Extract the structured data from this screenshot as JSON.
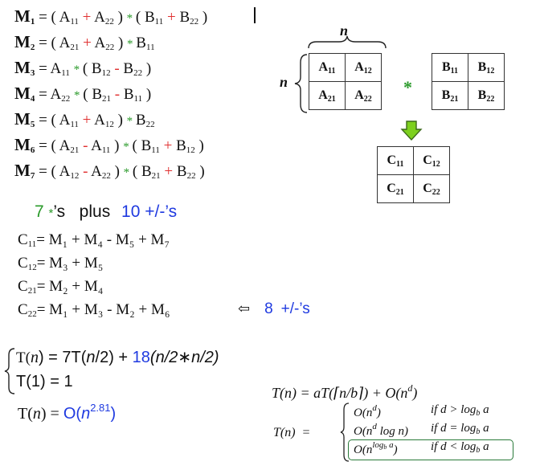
{
  "m_formulas": [
    {
      "label": "M",
      "idx": "1",
      "parts": [
        [
          "(",
          ""
        ],
        [
          "A",
          "11"
        ],
        [
          "+",
          "red"
        ],
        [
          "A",
          "22"
        ],
        [
          ")",
          ""
        ],
        [
          "*",
          "grn"
        ],
        [
          "(",
          ""
        ],
        [
          "B",
          "11"
        ],
        [
          "+",
          "red"
        ],
        [
          "B",
          "22"
        ],
        [
          ")",
          ""
        ]
      ]
    },
    {
      "label": "M",
      "idx": "2",
      "parts": [
        [
          "(",
          ""
        ],
        [
          "A",
          "21"
        ],
        [
          "+",
          "red"
        ],
        [
          "A",
          "22"
        ],
        [
          ")",
          ""
        ],
        [
          "*",
          "grn"
        ],
        [
          "B",
          "11"
        ]
      ]
    },
    {
      "label": "M",
      "idx": "3",
      "parts": [
        [
          "A",
          "11"
        ],
        [
          "*",
          "grn"
        ],
        [
          "(",
          ""
        ],
        [
          "B",
          "12"
        ],
        [
          "-",
          "red"
        ],
        [
          "B",
          "22"
        ],
        [
          ")",
          ""
        ]
      ]
    },
    {
      "label": "M",
      "idx": "4",
      "parts": [
        [
          "A",
          "22"
        ],
        [
          "*",
          "grn"
        ],
        [
          "(",
          ""
        ],
        [
          "B",
          "21"
        ],
        [
          "-",
          "red"
        ],
        [
          "B",
          "11"
        ],
        [
          ")",
          ""
        ]
      ]
    },
    {
      "label": "M",
      "idx": "5",
      "parts": [
        [
          "(",
          ""
        ],
        [
          "A",
          "11"
        ],
        [
          "+",
          "red"
        ],
        [
          "A",
          "12"
        ],
        [
          ")",
          ""
        ],
        [
          "*",
          "grn"
        ],
        [
          "B",
          "22"
        ]
      ]
    },
    {
      "label": "M",
      "idx": "6",
      "parts": [
        [
          "(",
          ""
        ],
        [
          "A",
          "21"
        ],
        [
          "-",
          "red"
        ],
        [
          "A",
          "11"
        ],
        [
          ")",
          ""
        ],
        [
          "*",
          "grn"
        ],
        [
          "(",
          ""
        ],
        [
          "B",
          "11"
        ],
        [
          "+",
          "red"
        ],
        [
          "B",
          "12"
        ],
        [
          ")",
          ""
        ]
      ]
    },
    {
      "label": "M",
      "idx": "7",
      "parts": [
        [
          "(",
          ""
        ],
        [
          "A",
          "12"
        ],
        [
          "-",
          "red"
        ],
        [
          "A",
          "22"
        ],
        [
          ")",
          ""
        ],
        [
          "*",
          "grn"
        ],
        [
          "(",
          ""
        ],
        [
          "B",
          "21"
        ],
        [
          "+",
          "red"
        ],
        [
          "B",
          "22"
        ],
        [
          ")",
          ""
        ]
      ]
    }
  ],
  "summary": {
    "count_mult": "7",
    "star": "*",
    "mult_text": "’s   plus",
    "count_add": "10",
    "add_text": "+/-’s"
  },
  "c_formulas": [
    {
      "idx": "11",
      "rhs": "= M₁ + M₄ - M₅ + M₇"
    },
    {
      "idx": "12",
      "rhs": "= M₃ + M₅"
    },
    {
      "idx": "21",
      "rhs": "= M₂ + M₄"
    },
    {
      "idx": "22",
      "rhs": "= M₁ + M₃ - M₂ + M₆"
    }
  ],
  "c22_note": {
    "arrow": "⇦",
    "count": "8",
    "text": "+/-’s"
  },
  "diagram": {
    "dim_label": "n",
    "matrix_a": [
      [
        "A",
        "11"
      ],
      [
        "A",
        "12"
      ],
      [
        "A",
        "21"
      ],
      [
        "A",
        "22"
      ]
    ],
    "matrix_b": [
      [
        "B",
        "11"
      ],
      [
        "B",
        "12"
      ],
      [
        "B",
        "21"
      ],
      [
        "B",
        "22"
      ]
    ],
    "matrix_c": [
      [
        "C",
        "11"
      ],
      [
        "C",
        "12"
      ],
      [
        "C",
        "21"
      ],
      [
        "C",
        "22"
      ]
    ],
    "op": "*",
    "colors": {
      "green": "#2a9a2a",
      "arrow_border": "#3c6a1a",
      "red": "#e03030",
      "blue": "#1f3ae0"
    }
  },
  "recurrence": {
    "line1_a": "T(",
    "line1_n": "n",
    "line1_b": ") = 7T(",
    "line1_c": "n",
    "line1_d": "/2) + ",
    "line1_e": "18",
    "line1_f": "(n/2∗n/2)",
    "line2": "T(1) = 1",
    "line3_a": "T(",
    "line3_n": "n",
    "line3_b": ") = ",
    "line3_c": "O(",
    "line3_d": "n",
    "line3_exp": "2.81",
    "line3_e": ")"
  },
  "master": {
    "general": "T(n) = aT(⌈n/b⌉) + O(n",
    "general_exp": "d",
    "general_end": ")",
    "lhs": "T(n)  =",
    "cases": [
      {
        "expr": "O(n",
        "exp": "d",
        "tail": ")",
        "cond": "if d > log",
        "cond_sub": "b",
        "cond_end": " a"
      },
      {
        "expr": "O(n",
        "exp": "d",
        "tail": " log n)",
        "cond": "if d = log",
        "cond_sub": "b",
        "cond_end": " a"
      },
      {
        "expr": "O(n",
        "exp": "log",
        "exp_sub": "b",
        "exp_end": " a",
        "tail": ")",
        "cond": "if d < log",
        "cond_sub": "b",
        "cond_end": " a"
      }
    ]
  }
}
